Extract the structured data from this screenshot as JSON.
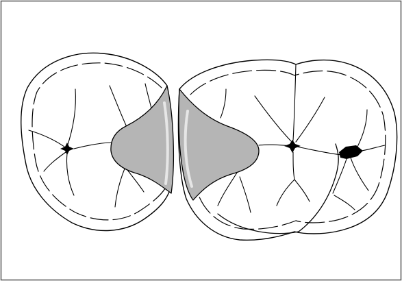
{
  "figure": {
    "subject": "occlusal-view-two-adjacent-teeth",
    "icon_names": [
      "left-tooth-outline",
      "right-tooth-outline",
      "shaded-proximal-region"
    ],
    "colors": {
      "background": "#ffffff",
      "line": "#000000",
      "shade": "#b5b5b5",
      "highlight": "#e6e6e6",
      "border": "#555555"
    }
  }
}
